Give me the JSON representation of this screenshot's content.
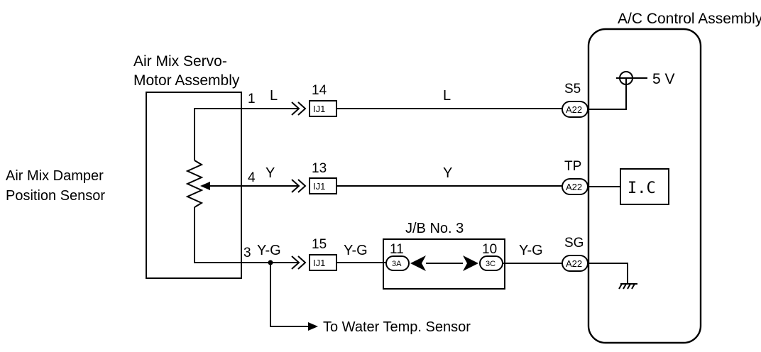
{
  "labels": {
    "servo_title_1": "Air Mix Servo-",
    "servo_title_2": "Motor Assembly",
    "sensor_1": "Air Mix Damper",
    "sensor_2": "Position Sensor",
    "ac_title": "A/C Control Assembly",
    "voltage": "5 V",
    "ic": "I.C",
    "jb_title": "J/B No. 3",
    "water_temp": "To Water Temp. Sensor"
  },
  "wires": {
    "top": {
      "servo_pin": "1",
      "color_left": "L",
      "connector_pin": "14",
      "connector": "IJ1",
      "color_mid": "L",
      "ac_terminal": "S5",
      "ac_connector": "A22"
    },
    "mid": {
      "servo_pin": "4",
      "color_left": "Y",
      "connector_pin": "13",
      "connector": "IJ1",
      "color_mid": "Y",
      "ac_terminal": "TP",
      "ac_connector": "A22"
    },
    "bottom": {
      "servo_pin": "3",
      "color_left": "Y-G",
      "connector_pin": "15",
      "connector": "IJ1",
      "color_mid": "Y-G",
      "jb_left_pin": "11",
      "jb_left_conn": "3A",
      "jb_right_pin": "10",
      "jb_right_conn": "3C",
      "color_right": "Y-G",
      "ac_terminal": "SG",
      "ac_connector": "A22"
    }
  }
}
